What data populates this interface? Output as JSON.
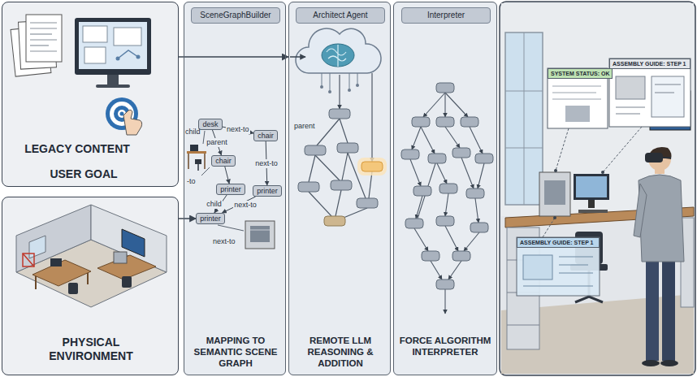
{
  "diagram": {
    "nodes": [
      {
        "text": [
          "LEGACY CONTENT",
          "USER GOAL"
        ]
      },
      {
        "text": [
          "PHYSICAL ENVIRONMENT"
        ]
      },
      {
        "text": [
          "SceneGraphBuilder",
          "MAPPING TO SEMANTIC SCENE GRAPH"
        ]
      },
      {
        "text": [
          "desk"
        ],
        "in": 2
      },
      {
        "text": [
          "chair"
        ],
        "in": 2
      },
      {
        "text": [
          "chair"
        ],
        "in": 2
      },
      {
        "text": [
          "printer"
        ],
        "in": 2
      },
      {
        "text": [
          "printer"
        ],
        "in": 2
      },
      {
        "text": [
          "printer"
        ],
        "in": 2
      },
      {
        "text": [
          "Architect Agent",
          "REMOTE LLM REASONING & ADDITION"
        ]
      },
      {
        "text": [
          "Interpreter",
          "FORCE ALGORITHM INTERPRETER"
        ]
      },
      {
        "text": [
          "SYSTEM STATUS: OK"
        ]
      },
      {
        "text": [
          "ASSEMBLY GUIDE: STEP 1"
        ]
      },
      {
        "text": [
          "ASSEMBLY GUIDE: STEP 1"
        ]
      }
    ],
    "edges": [
      {
        "from": 0,
        "to": 9,
        "arrow": "to"
      },
      {
        "from": 1,
        "to": 8,
        "arrow": "to"
      },
      {
        "from": 3,
        "to": 4,
        "arrow": "to",
        "label": "next-to"
      },
      {
        "from": 3,
        "to": 5,
        "arrow": "to",
        "label": "parent"
      },
      {
        "from": 4,
        "to": 7,
        "arrow": "to",
        "label": "next-to"
      },
      {
        "from": 5,
        "to": 6,
        "arrow": "to"
      },
      {
        "from": 6,
        "to": 8,
        "arrow": "to",
        "label": "child"
      },
      {
        "from": 7,
        "to": 8,
        "arrow": "to",
        "label": "next-to"
      }
    ],
    "labels": [
      "child",
      "-to",
      "next-to",
      "parent"
    ]
  }
}
